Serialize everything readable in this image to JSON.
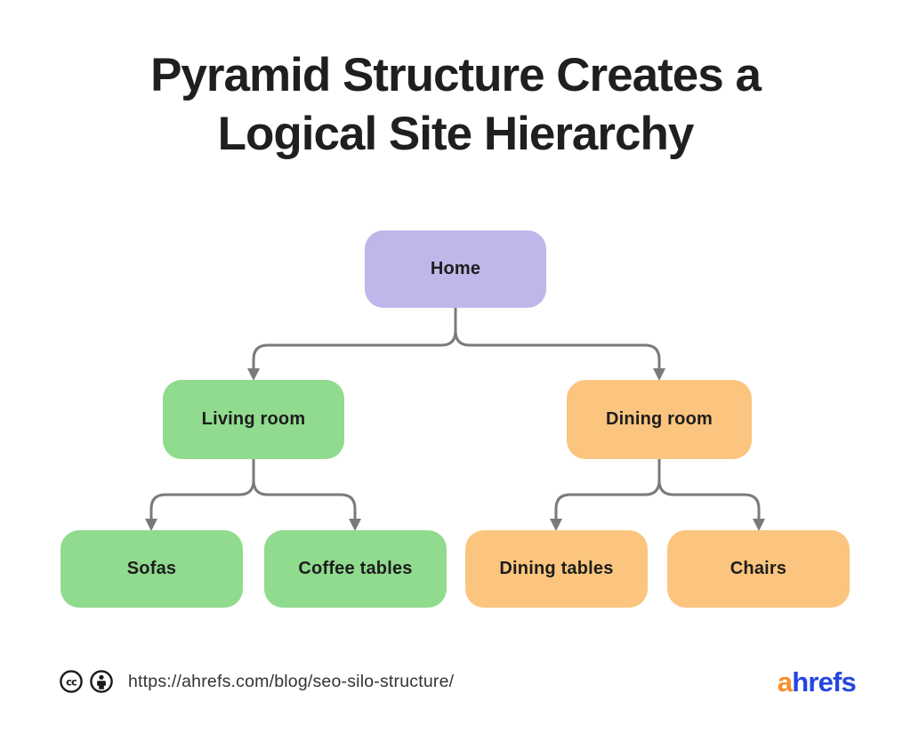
{
  "title": {
    "line1": "Pyramid Structure Creates a",
    "line2": "Logical Site Hierarchy"
  },
  "diagram": {
    "type": "tree-hierarchy",
    "nodes": [
      {
        "id": "home",
        "label": "Home",
        "level": 1,
        "color": "#bfb7e9"
      },
      {
        "id": "living-room",
        "label": "Living room",
        "level": 2,
        "color": "#90db8e"
      },
      {
        "id": "dining-room",
        "label": "Dining room",
        "level": 2,
        "color": "#fbc57f"
      },
      {
        "id": "sofas",
        "label": "Sofas",
        "level": 3,
        "color": "#90db8e"
      },
      {
        "id": "coffee-tables",
        "label": "Coffee tables",
        "level": 3,
        "color": "#90db8e"
      },
      {
        "id": "dining-tables",
        "label": "Dining tables",
        "level": 3,
        "color": "#fbc57f"
      },
      {
        "id": "chairs",
        "label": "Chairs",
        "level": 3,
        "color": "#fbc57f"
      }
    ],
    "edges": [
      {
        "from": "home",
        "to": "living-room"
      },
      {
        "from": "home",
        "to": "dining-room"
      },
      {
        "from": "living-room",
        "to": "sofas"
      },
      {
        "from": "living-room",
        "to": "coffee-tables"
      },
      {
        "from": "dining-room",
        "to": "dining-tables"
      },
      {
        "from": "dining-room",
        "to": "chairs"
      }
    ],
    "connector_color": "#7a7a7a"
  },
  "footer": {
    "cc_icon_text": "cc",
    "source_url": "https://ahrefs.com/blog/seo-silo-structure/",
    "logo": {
      "prefix": "a",
      "rest": "hrefs",
      "prefix_color": "#f98d2c",
      "rest_color": "#2546df"
    }
  },
  "colors": {
    "background": "#ffffff",
    "title_text": "#1f1f1f",
    "node_text": "#1d1d1d",
    "connector": "#7a7a7a",
    "url_text": "#333333",
    "license_icon": "#1a1a1a"
  }
}
